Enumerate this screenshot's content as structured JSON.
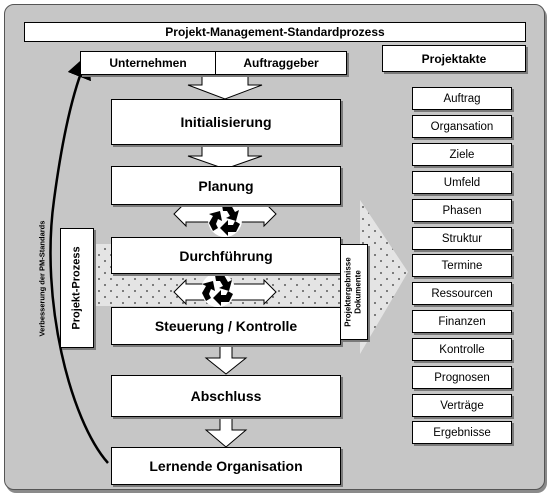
{
  "title": "Projekt-Management-Standardprozess",
  "stakeholders": {
    "left": "Unternehmen",
    "right": "Auftraggeber"
  },
  "phases": [
    "Initialisierung",
    "Planung",
    "Durchführung",
    "Steuerung / Kontrolle",
    "Abschluss",
    "Lernende Organisation"
  ],
  "process_label": "Projekt-Prozess",
  "feedback_label": "Verbesserung der PM-Standards",
  "output_label": "Projektergebnisse Dokumente",
  "projektakte": {
    "title": "Projektakte",
    "items": [
      "Auftrag",
      "Organsation",
      "Ziele",
      "Umfeld",
      "Phasen",
      "Struktur",
      "Termine",
      "Ressourcen",
      "Finanzen",
      "Kontrolle",
      "Prognosen",
      "Verträge",
      "Ergebnisse"
    ]
  },
  "icons": [
    "recycle-icon",
    "recycle-icon"
  ]
}
